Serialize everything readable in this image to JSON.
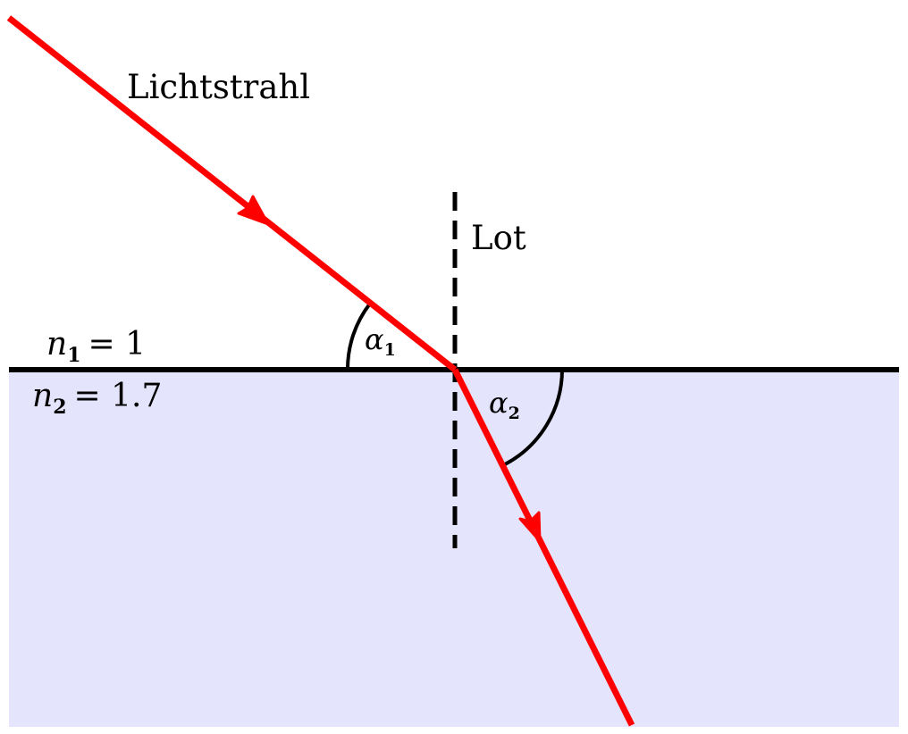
{
  "labels": {
    "ray": "Lichtstrahl",
    "normal": "Lot"
  },
  "media": {
    "upper": {
      "symbol": "n",
      "subscript": "1",
      "value": "= 1"
    },
    "lower": {
      "symbol": "n",
      "subscript": "2",
      "value": "= 1.7"
    }
  },
  "angles": {
    "incidence": {
      "symbol": "α",
      "subscript": "1"
    },
    "refraction": {
      "symbol": "α",
      "subscript": "2"
    }
  },
  "colors": {
    "ray": "#ff0000",
    "lower_medium": "#e4e4fc",
    "lines": "#000000"
  }
}
